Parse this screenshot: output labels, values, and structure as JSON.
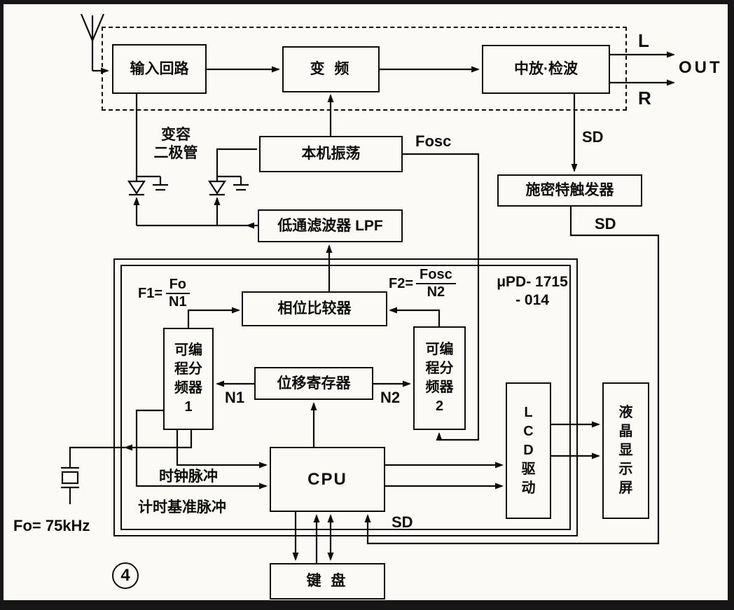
{
  "figure": {
    "number": "4",
    "chip_label": "μPD- 1715\n- 014"
  },
  "blocks": {
    "input_circuit": "输入回路",
    "mixer": "变 频",
    "if_detector": "中放·检波",
    "local_oscillator": "本机振荡",
    "low_pass_filter": "低通滤波器 LPF",
    "schmitt_trigger": "施密特触发器",
    "phase_comparator": "相位比较器",
    "prog_divider_1": "可编\n程分\n频器\n1",
    "shift_register": "位移寄存器",
    "prog_divider_2": "可编\n程分\n频器\n2",
    "cpu": "CPU",
    "lcd_driver": "L\nC\nD\n驱\n动",
    "lcd_display": "液\n晶\n显\n示\n屏",
    "keyboard": "键 盘"
  },
  "labels": {
    "out_l": "L",
    "out_r": "R",
    "out": "OUT",
    "sd_if": "SD",
    "sd_schmitt": "SD",
    "sd_cpu": "SD",
    "fosc": "Fosc",
    "varactor": "变容\n二极管",
    "f1_prefix": "F1=",
    "f1_numerator": "Fo",
    "f1_denominator": "N1",
    "f2_prefix": "F2=",
    "f2_numerator": "Fosc",
    "f2_denominator": "N2",
    "n1": "N1",
    "n2": "N2",
    "clock_pulse": "时钟脉冲",
    "timing_reference": "计时基准脉冲",
    "fo_value": "Fo= 75kHz"
  }
}
